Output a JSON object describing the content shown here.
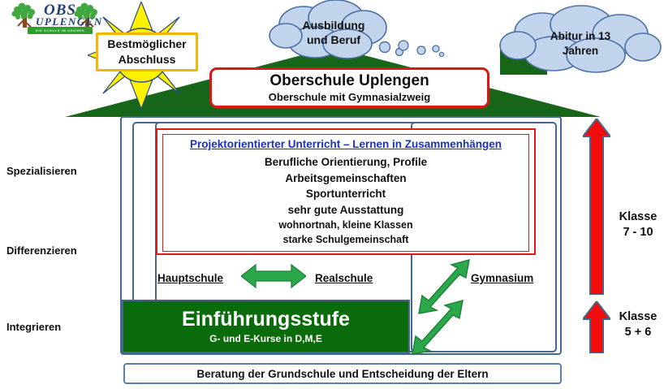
{
  "logo": {
    "line1": "OBS",
    "line2": "UPLENGEN",
    "banner": "DIE SCHULE IM GRÜNEN"
  },
  "sun_callout": {
    "line1": "Bestmöglicher",
    "line2": "Abschluss",
    "border_color": "#F2B705",
    "ray_color": "#FFF200"
  },
  "clouds": [
    {
      "name": "cloud-ausbildung",
      "line1": "Ausbildung",
      "line2": "und Beruf",
      "fill": "#C2D4EC"
    },
    {
      "name": "cloud-abitur",
      "line1": "Abitur in 13",
      "line2": "Jahren",
      "fill": "#C2D4EC"
    }
  ],
  "title": {
    "main": "Oberschule Uplengen",
    "sub": "Oberschule mit Gymnasialzweig",
    "border_color": "#D91A14"
  },
  "roof": {
    "color": "#17661A"
  },
  "content_box": {
    "heading": "Projektorientierter Unterricht – Lernen in Zusammenhängen",
    "heading_color": "#1A2ECC",
    "border_color": "#E01B12",
    "lines": [
      "Berufliche Orientierung, Profile",
      "Arbeitsgemeinschaften",
      "Sportunterricht",
      "sehr gute Ausstattung",
      "wohnortnah, kleine Klassen",
      "starke Schulgemeinschaft"
    ]
  },
  "school_types": [
    {
      "label": "Hauptschule"
    },
    {
      "label": "Realschule"
    },
    {
      "label": "Gymnasium"
    }
  ],
  "green_box": {
    "title": "Einführungsstufe",
    "subtitle": "G- und E-Kurse in D,M,E",
    "color": "#0A6B0A"
  },
  "bottom_bar": {
    "text": "Beratung der Grundschule und Entscheidung der Eltern"
  },
  "stage_labels": [
    {
      "label": "Spezialisieren"
    },
    {
      "label": "Differenzieren"
    },
    {
      "label": "Integrieren"
    }
  ],
  "grade_labels": [
    {
      "line1": "Klasse",
      "line2": "7 - 10"
    },
    {
      "line1": "Klasse",
      "line2": "5 + 6"
    }
  ],
  "arrows": {
    "green_color": "#2BA84A",
    "red_color": "#F20D0D"
  }
}
